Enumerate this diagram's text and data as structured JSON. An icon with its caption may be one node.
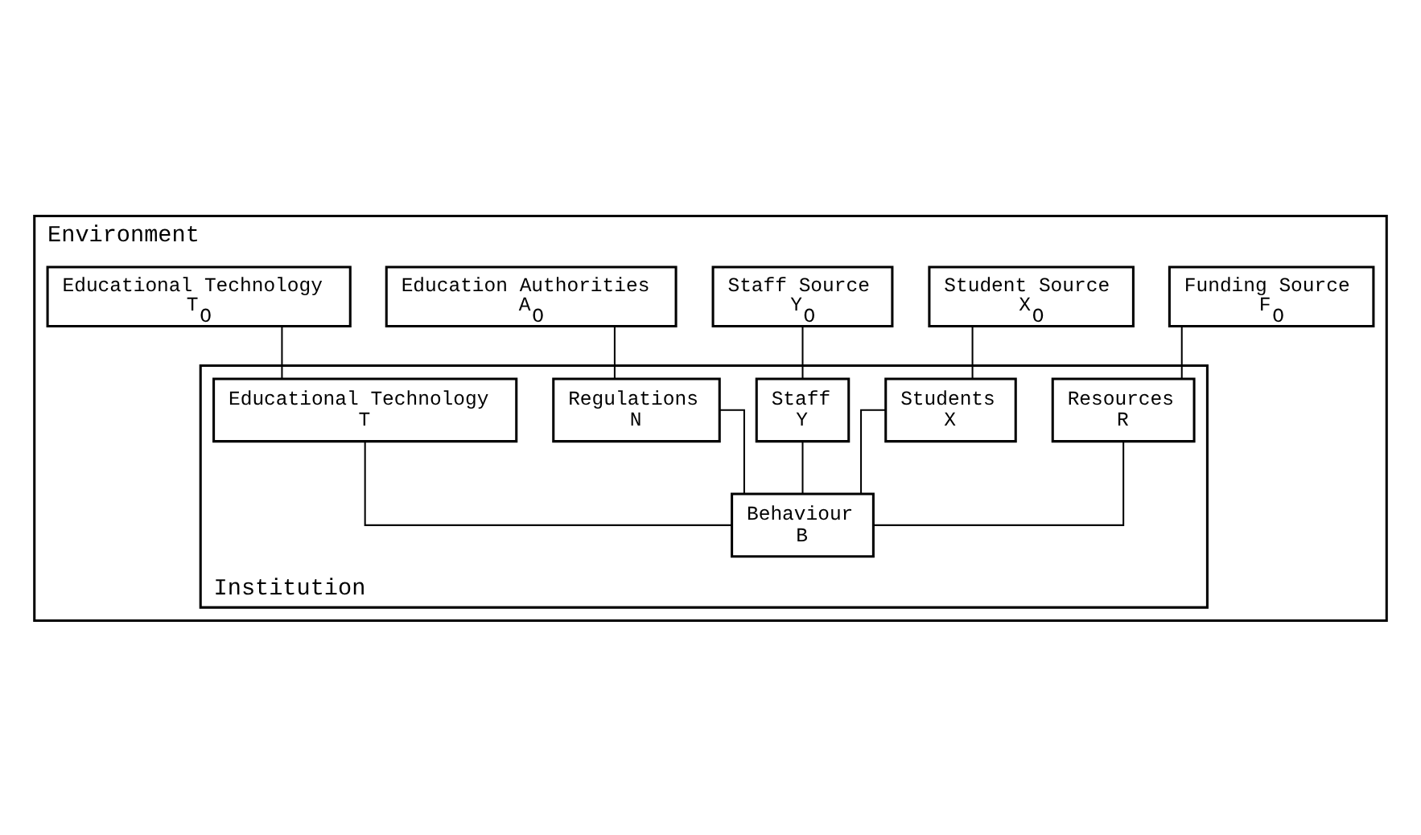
{
  "diagram": {
    "nodes": [
      {
        "text": [
          "Environment"
        ]
      },
      {
        "text": [
          "Funding Source",
          "F$_{O}$"
        ],
        "in": 0
      },
      {
        "text": [
          "Student Source",
          "X$_{O}$"
        ],
        "in": 0
      },
      {
        "text": [
          "Staff Source",
          "Y$_{O}$"
        ],
        "in": 0
      },
      {
        "text": [
          "Education Authorities",
          "A$_{O}$"
        ],
        "in": 0
      },
      {
        "text": [
          "Educational Technology",
          "T$_{O}$"
        ],
        "in": 0
      },
      {
        "text": [
          "Institution"
        ],
        "in": 0
      },
      {
        "text": [
          "Resources",
          "R"
        ],
        "in": 6
      },
      {
        "text": [
          "Students",
          "X"
        ],
        "in": 6
      },
      {
        "text": [
          "Staff",
          "Y"
        ],
        "in": 6
      },
      {
        "text": [
          "Regulations",
          "N"
        ],
        "in": 6
      },
      {
        "text": [
          "Educational Technology",
          "T"
        ],
        "in": 6
      },
      {
        "text": [
          "Behaviour",
          "B"
        ],
        "in": 6
      }
    ],
    "edges": [
      {
        "from": 1,
        "to": 7,
        "arrow": "none"
      },
      {
        "from": 2,
        "to": 8,
        "arrow": "none"
      },
      {
        "from": 3,
        "to": 9,
        "arrow": "none"
      },
      {
        "from": 4,
        "to": 10,
        "arrow": "none"
      },
      {
        "from": 5,
        "to": 11,
        "arrow": "none"
      },
      {
        "from": 7,
        "to": 12,
        "arrow": "none"
      },
      {
        "from": 8,
        "to": 12,
        "arrow": "none"
      },
      {
        "from": 9,
        "to": 12,
        "arrow": "none"
      },
      {
        "from": 10,
        "to": 12,
        "arrow": "none"
      },
      {
        "from": 11,
        "to": 12,
        "arrow": "none"
      }
    ]
  }
}
